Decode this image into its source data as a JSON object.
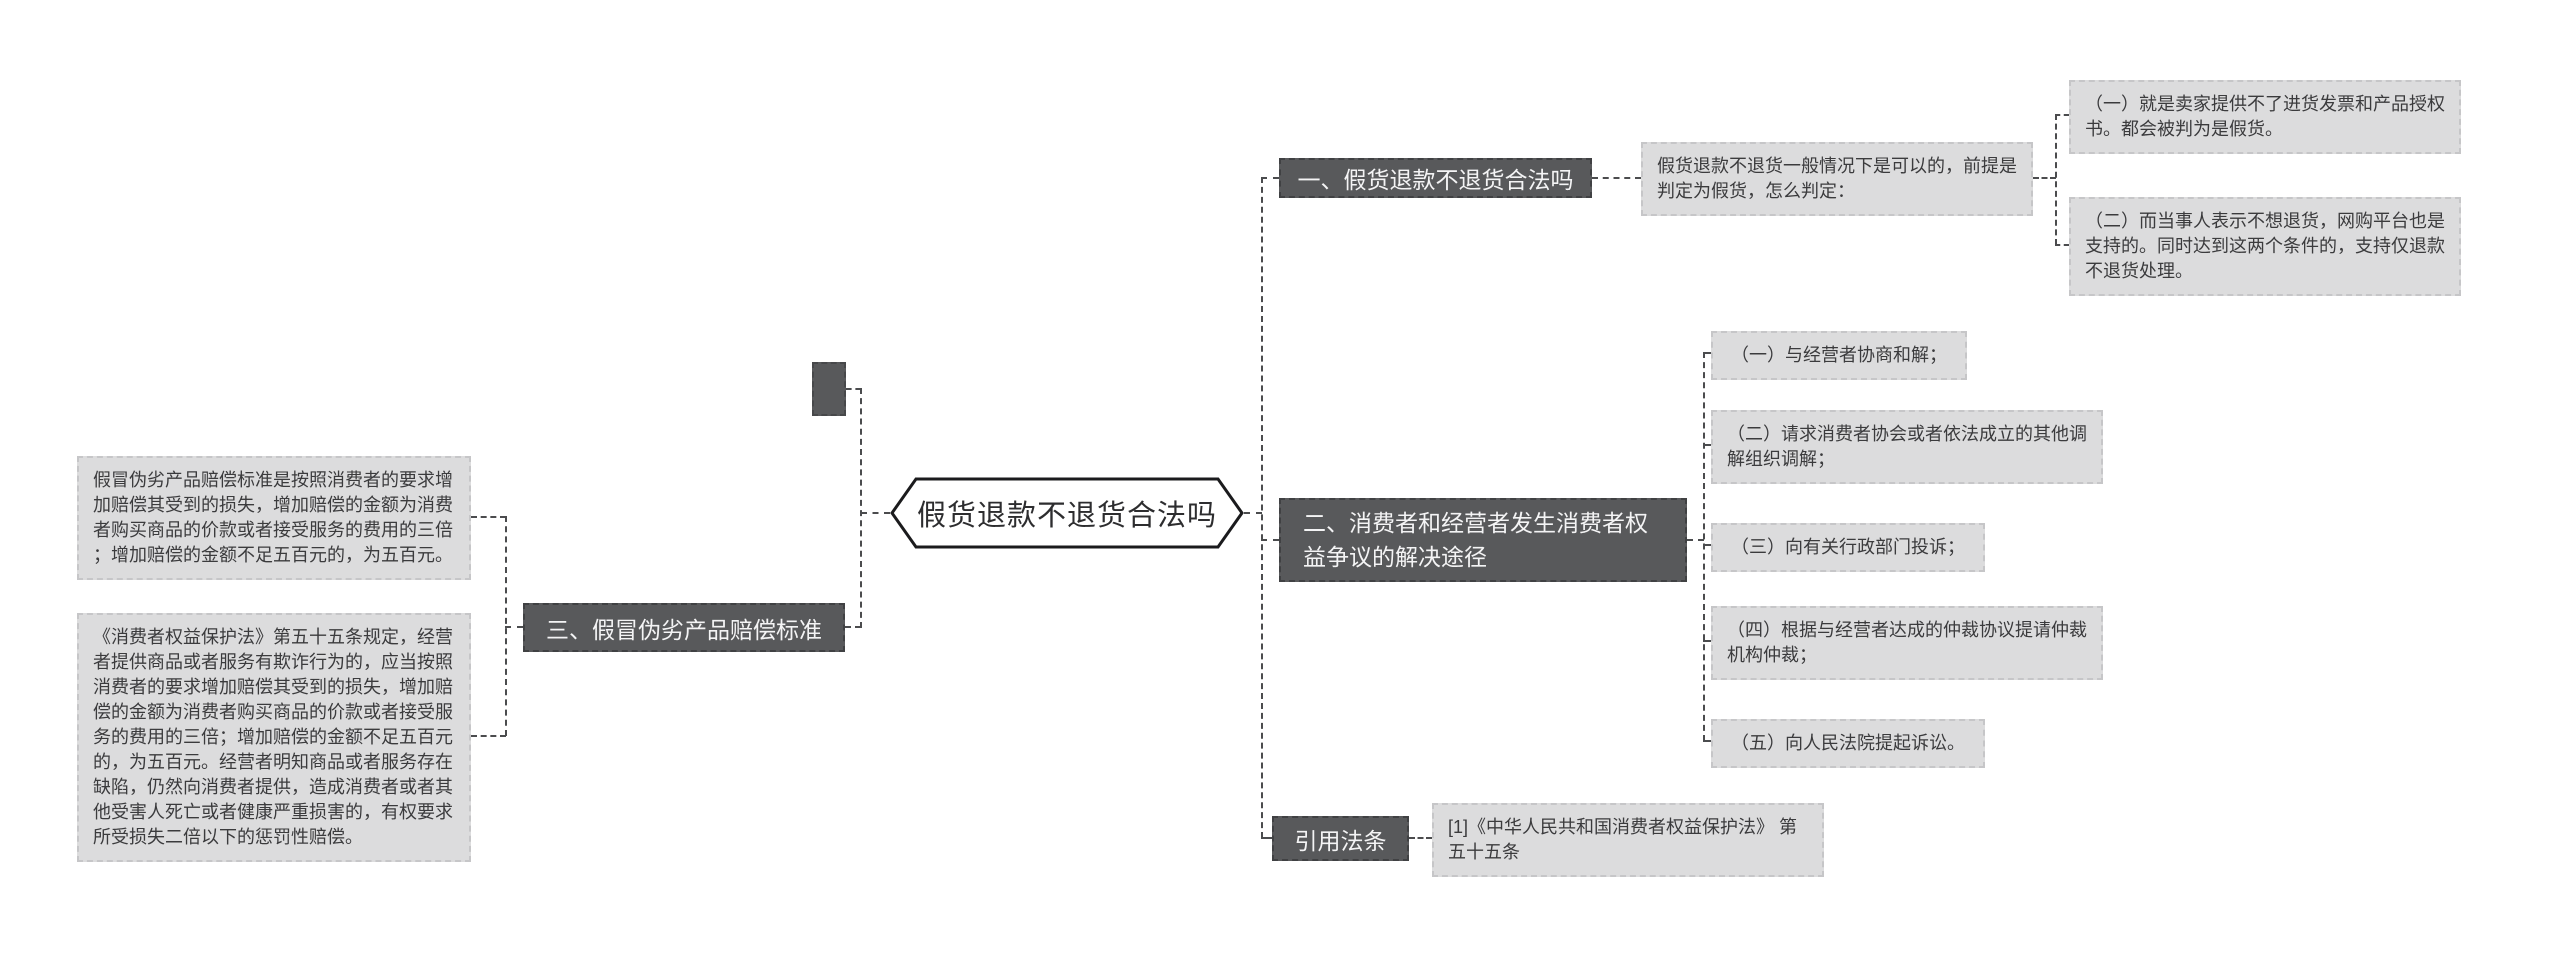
{
  "colors": {
    "node_dark_bg": "#58595b",
    "node_light_bg": "#dcdcdd",
    "connector": "#4b4c4e",
    "root_border": "#1b1b1d"
  },
  "mindmap": {
    "root": {
      "title": "假货退款不退货合法吗"
    },
    "attachment": {
      "type": "image-placeholder"
    },
    "branch_1": {
      "label": "一、假货退款不退货合法吗",
      "summary": "假货退款不退货一般情况下是可以的，前提是判定为假货，怎么判定：",
      "points": [
        "（一）就是卖家提供不了进货发票和产品授权书。都会被判为是假货。",
        "（二）而当事人表示不想退货，网购平台也是支持的。同时达到这两个条件的，支持仅退款不退货处理。"
      ]
    },
    "branch_2": {
      "label": "二、消费者和经营者发生消费者权益争议的解决途径",
      "points": [
        "（一）与经营者协商和解；",
        "（二）请求消费者协会或者依法成立的其他调解组织调解；",
        "（三）向有关行政部门投诉；",
        "（四）根据与经营者达成的仲裁协议提请仲裁机构仲裁；",
        "（五）向人民法院提起诉讼。"
      ]
    },
    "branch_3": {
      "label": "三、假冒伪劣产品赔偿标准",
      "note_top": "假冒伪劣产品赔偿标准是按照消费者的要求增加赔偿其受到的损失，增加赔偿的金额为消费者购买商品的价款或者接受服务的费用的三倍；增加赔偿的金额不足五百元的，为五百元。",
      "note_bottom": "《消费者权益保护法》第五十五条规定，经营者提供商品或者服务有欺诈行为的，应当按照消费者的要求增加赔偿其受到的损失，增加赔偿的金额为消费者购买商品的价款或者接受服务的费用的三倍；增加赔偿的金额不足五百元的，为五百元。经营者明知商品或者服务存在缺陷，仍然向消费者提供，造成消费者或者其他受害人死亡或者健康严重损害的，有权要求所受损失二倍以下的惩罚性赔偿。"
    },
    "branch_4": {
      "label": "引用法条",
      "points": [
        "[1]《中华人民共和国消费者权益保护法》 第五十五条"
      ]
    }
  }
}
